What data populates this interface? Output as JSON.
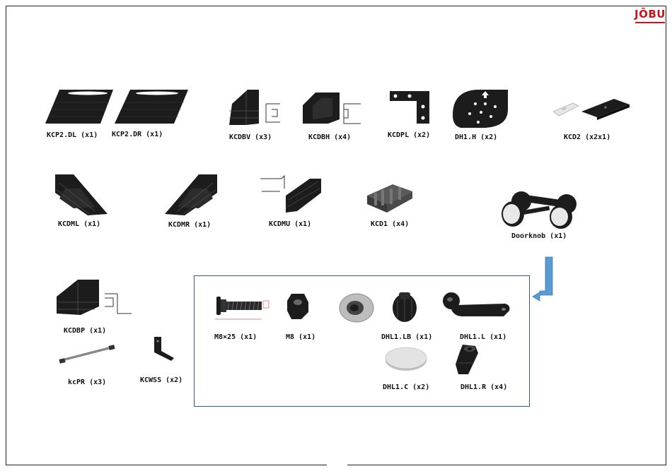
{
  "brand": {
    "logo_text": "JŌBU",
    "color": "#c8141e"
  },
  "parts": [
    {
      "id": "kcp2dl",
      "label": "KCP2.DL (x1)"
    },
    {
      "id": "kcp2dr",
      "label": "KCP2.DR (x1)"
    },
    {
      "id": "kcdbv",
      "label": "KCDBV (x3)"
    },
    {
      "id": "kcdbh",
      "label": "KCDBH (x4)"
    },
    {
      "id": "kcdpl",
      "label": "KCDPL (x2)"
    },
    {
      "id": "dh1h",
      "label": "DH1.H (x2)"
    },
    {
      "id": "kcd2",
      "label": "KCD2 (x2x1)"
    },
    {
      "id": "kcdml",
      "label": "KCDML (x1)"
    },
    {
      "id": "kcdmr",
      "label": "KCDMR (x1)"
    },
    {
      "id": "kcdmu",
      "label": "KCDMU (x1)"
    },
    {
      "id": "kcd1",
      "label": "KCD1 (x4)"
    },
    {
      "id": "doorknob",
      "label": "Doorknob (x1)"
    },
    {
      "id": "kcdbp",
      "label": "KCDBP (x1)"
    },
    {
      "id": "kcpr",
      "label": "kcPR (x3)"
    },
    {
      "id": "kcwss",
      "label": "KCWSS (x2)"
    }
  ],
  "hardware": [
    {
      "id": "m8x25",
      "label": "M8×25 (x1)"
    },
    {
      "id": "m8",
      "label": "M8 (x1)"
    },
    {
      "id": "dhl1lb",
      "label": "DHL1.LB (x1)"
    },
    {
      "id": "dhl1l",
      "label": "DHL1.L (x1)"
    },
    {
      "id": "dhl1c",
      "label": "DHL1.C (x2)"
    },
    {
      "id": "dhl1r",
      "label": "DHL1.R (x4)"
    }
  ],
  "colors": {
    "part": "#1c1c1c",
    "box_border": "#2f5d8a",
    "arrow": "#5b9bd5"
  }
}
